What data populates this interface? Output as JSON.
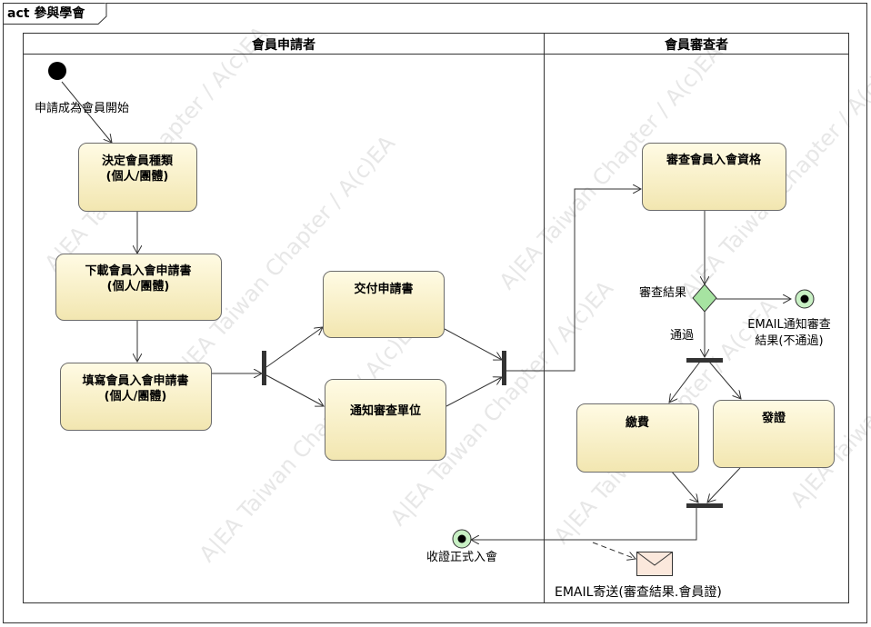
{
  "frame": {
    "title": "act 參與學會"
  },
  "lanes": [
    {
      "title": "會員申請者"
    },
    {
      "title": "會員審查者"
    }
  ],
  "nodes": {
    "decide_type": {
      "line1": "決定會員種類",
      "line2": "(個人/團體)"
    },
    "download_form": {
      "line1": "下載會員入會申請書",
      "line2": "(個人/團體)"
    },
    "fill_form": {
      "line1": "填寫會員入會申請書",
      "line2": "(個人/團體)"
    },
    "submit_form": {
      "line1": "交付申請書"
    },
    "notify_review": {
      "line1": "通知審查單位"
    },
    "review_qual": {
      "line1": "審查會員入會資格"
    },
    "pay_fee": {
      "line1": "繳費"
    },
    "issue_cert": {
      "line1": "發證"
    }
  },
  "labels": {
    "start": "申請成為會員開始",
    "decision": "審查結果",
    "pass": "通過",
    "reject_line1": "EMAIL通知審查",
    "reject_line2": "結果(不通過)",
    "end_accept": "收證正式入會",
    "email_send": "EMAIL寄送(審查結果.會員證)"
  },
  "watermark": {
    "text": "A|EA Taiwan Chapter / A(c)EA"
  },
  "colors": {
    "node_top": "#fffbe4",
    "node_bottom": "#f2e6b0",
    "decision": "#a6e3a1",
    "end_fill": "#c8f0c4",
    "envelope": "#fbe8dc"
  }
}
